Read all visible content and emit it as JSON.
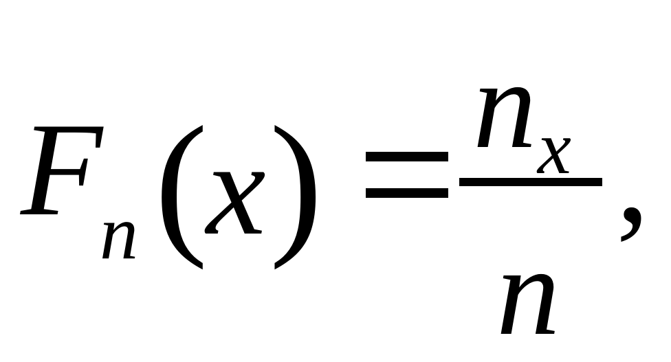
{
  "formula": {
    "function_name": "F",
    "function_subscript": "n",
    "open_paren": "(",
    "argument": "x",
    "close_paren": ")",
    "numerator": "n",
    "numerator_subscript": "x",
    "denominator": "n",
    "trailing_punctuation": ","
  }
}
